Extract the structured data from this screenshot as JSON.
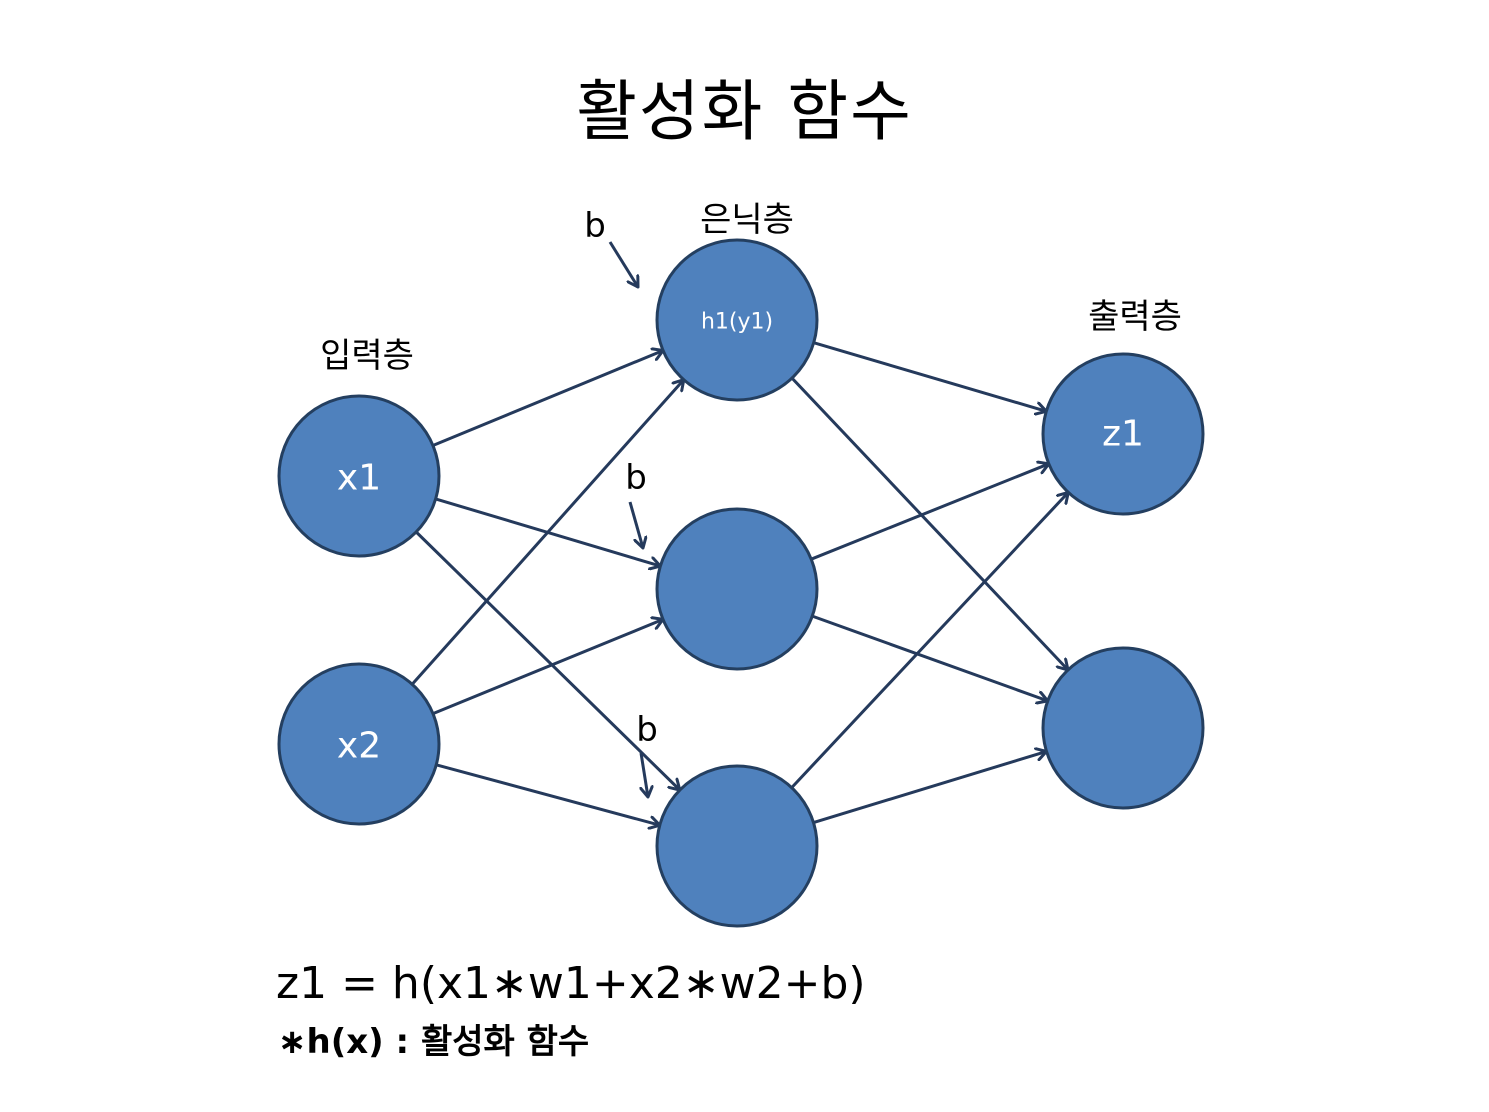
{
  "title": "활성화 함수",
  "layers": {
    "input": "입력층",
    "hidden": "은닉층",
    "output": "출력층"
  },
  "nodes": {
    "input": [
      "x1",
      "x2"
    ],
    "hidden": [
      "h1(y1)",
      "",
      ""
    ],
    "output": [
      "z1",
      ""
    ]
  },
  "bias": [
    "b",
    "b",
    "b"
  ],
  "formula": "z1 = h(x1∗w1+x2∗w2+b)",
  "note": "∗h(x) : 활성화 함수",
  "colors": {
    "node_fill": "#4f81bd",
    "node_stroke": "#243f60",
    "edge": "#253a5c"
  }
}
